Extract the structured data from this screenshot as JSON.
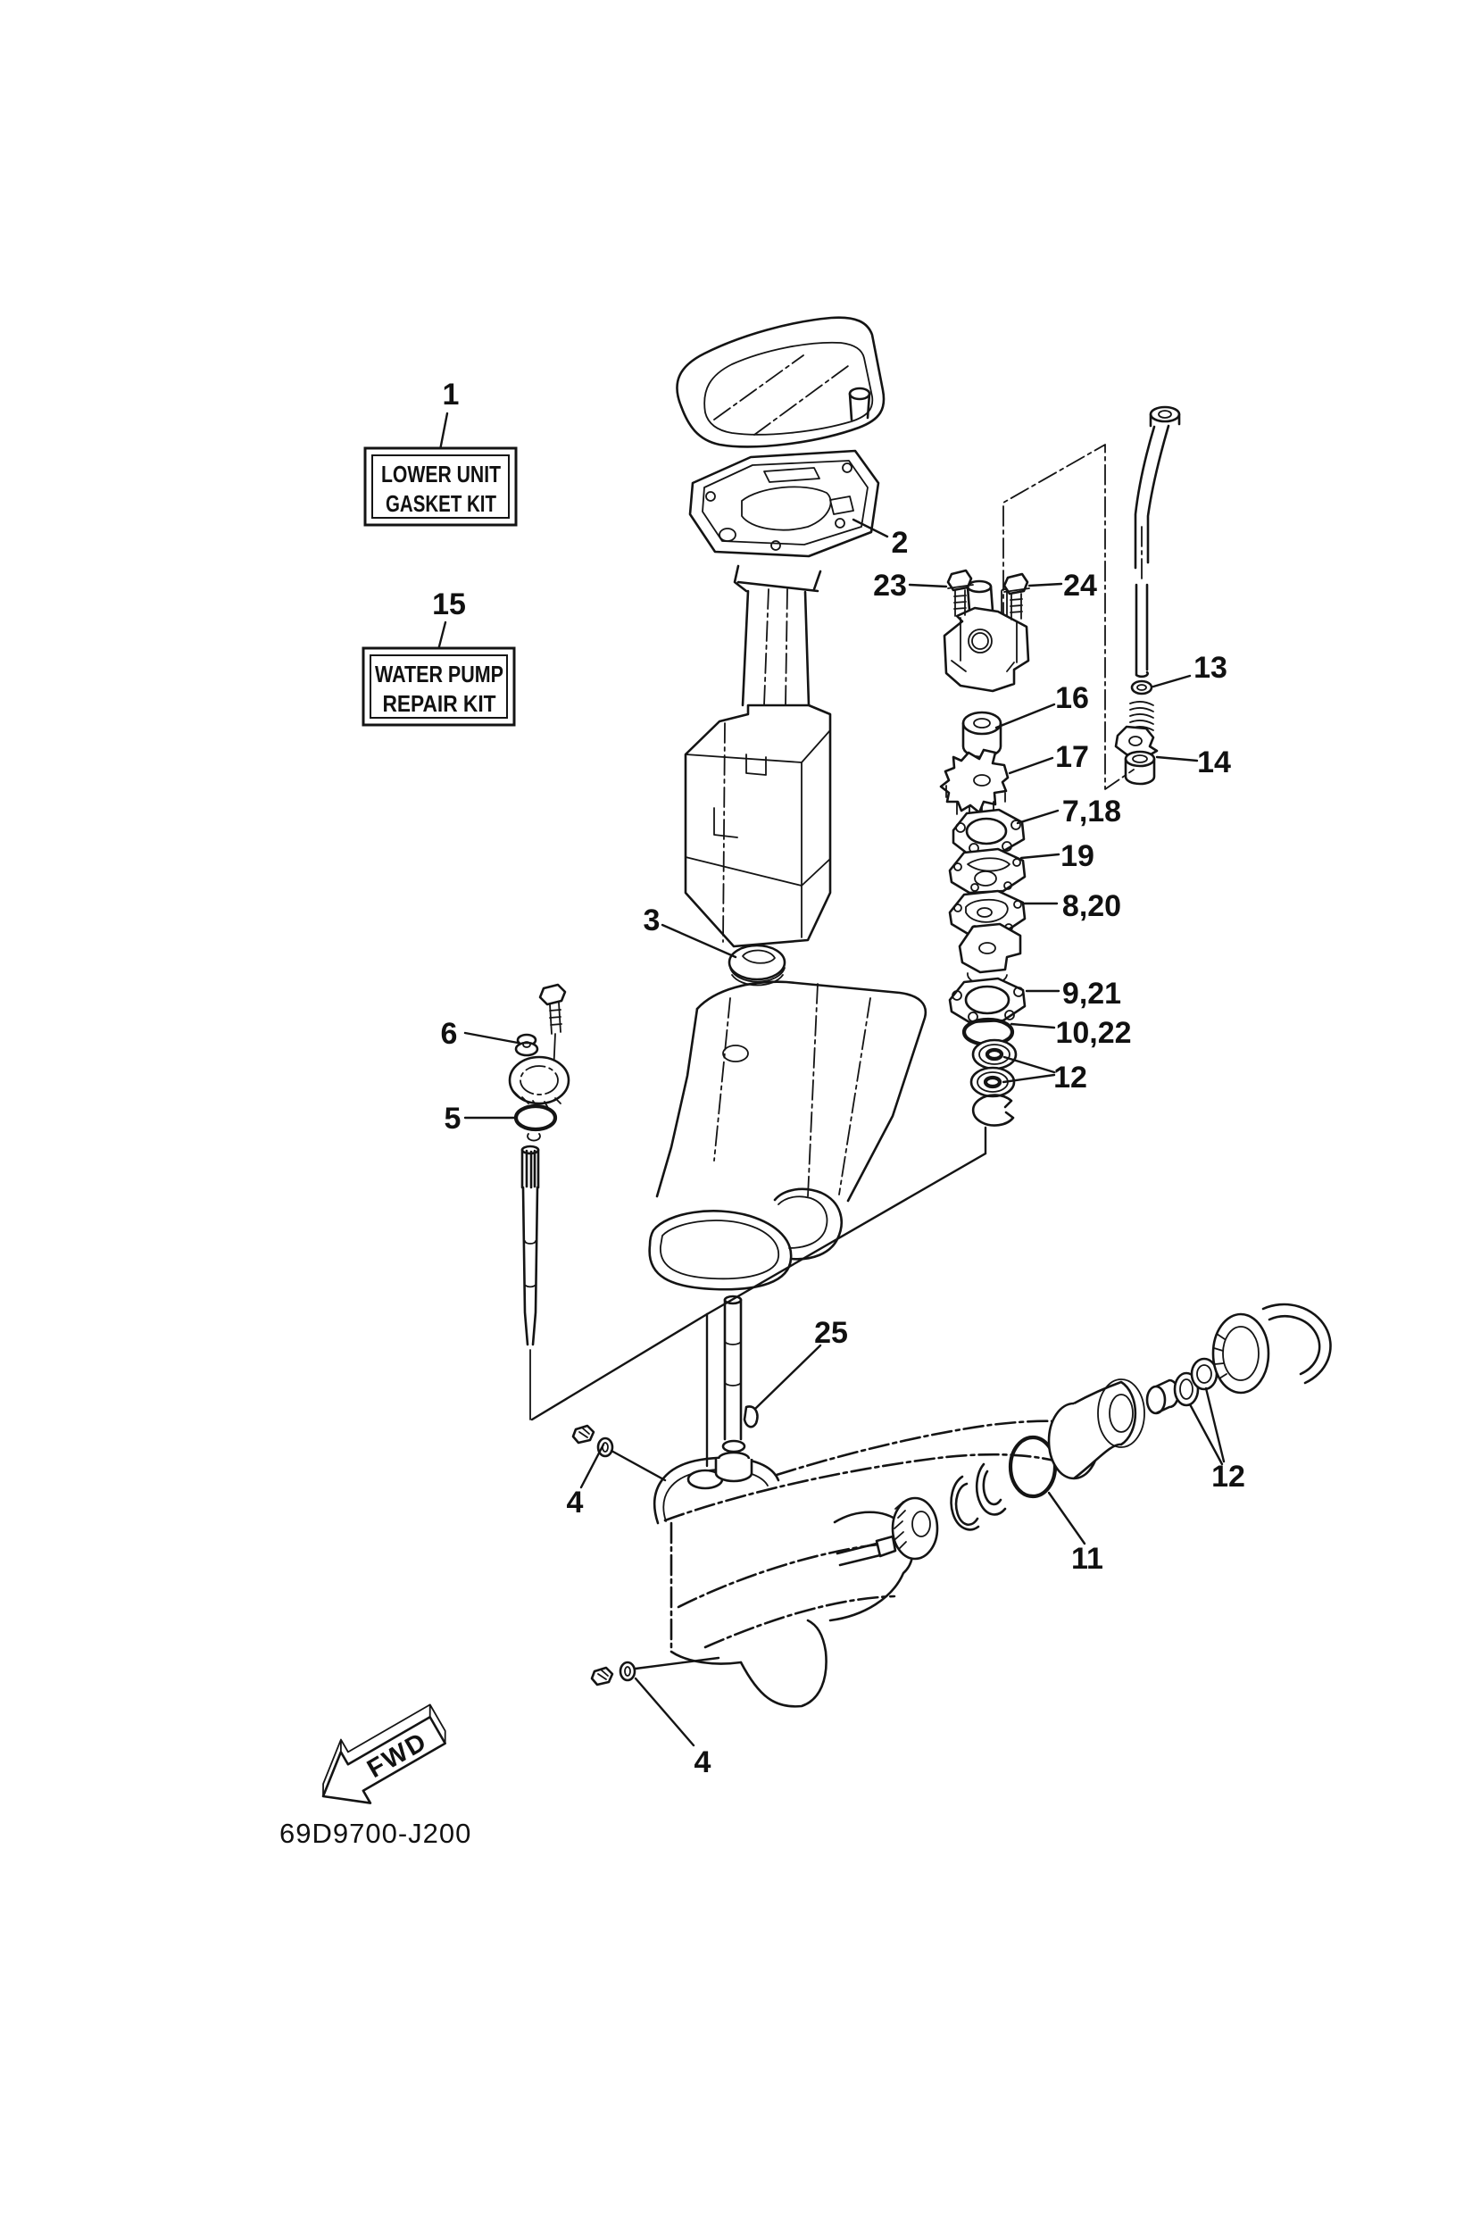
{
  "figure": {
    "kits": [
      {
        "number": "1",
        "line1": "LOWER UNIT",
        "line2": "GASKET KIT"
      },
      {
        "number": "15",
        "line1": "WATER PUMP",
        "line2": "REPAIR KIT"
      }
    ],
    "callouts": {
      "c2": "2",
      "c3": "3",
      "c4_upper": "4",
      "c4_lower": "4",
      "c5": "5",
      "c6": "6",
      "c7_18": "7,18",
      "c8_20": "8,20",
      "c9_21": "9,21",
      "c10_22": "10,22",
      "c11": "11",
      "c12_upper": "12",
      "c12_lower": "12",
      "c13": "13",
      "c14": "14",
      "c16": "16",
      "c17": "17",
      "c19": "19",
      "c23": "23",
      "c24": "24",
      "c25": "25"
    },
    "footer": {
      "diagram_code": "69D9700-J200",
      "fwd_label": "FWD"
    }
  }
}
